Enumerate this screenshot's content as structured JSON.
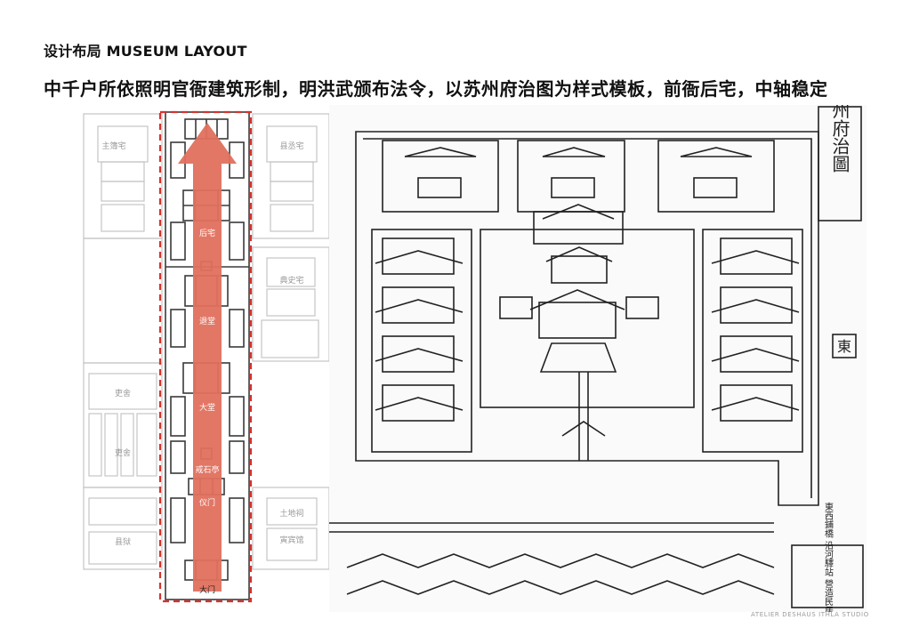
{
  "header": {
    "heading": "设计布局 MUSEUM LAYOUT",
    "subtitle": "中千户所依照明官衙建筑形制，明洪武颁布法令，以苏州府治图为样式模板，前衙后宅，中轴稳定"
  },
  "plan": {
    "side_labels": {
      "top_left": "主簿宅",
      "top_right": "县丞宅",
      "mid_right": "典史宅",
      "left_upper": "吏舍",
      "left_lower": "吏舍",
      "bottom_left": "县狱",
      "bottom_right_upper": "土地祠",
      "bottom_right_lower": "寅宾馆"
    },
    "axis_labels": {
      "houzhai": "后宅",
      "tuitang": "退堂",
      "datang": "大堂",
      "jieshiting": "戒石亭",
      "yimen": "仪门",
      "damen": "大门"
    },
    "arrow_color": "#e0705e",
    "dash_color": "#d9312c"
  },
  "map": {
    "title_chars": "蘇州府治圖",
    "east_label": "東",
    "corner_notes": "東西鋪橋 沿河驛站 營造民居"
  },
  "credit": "ATELIER DESHAUS  ITHLA STUDIO"
}
